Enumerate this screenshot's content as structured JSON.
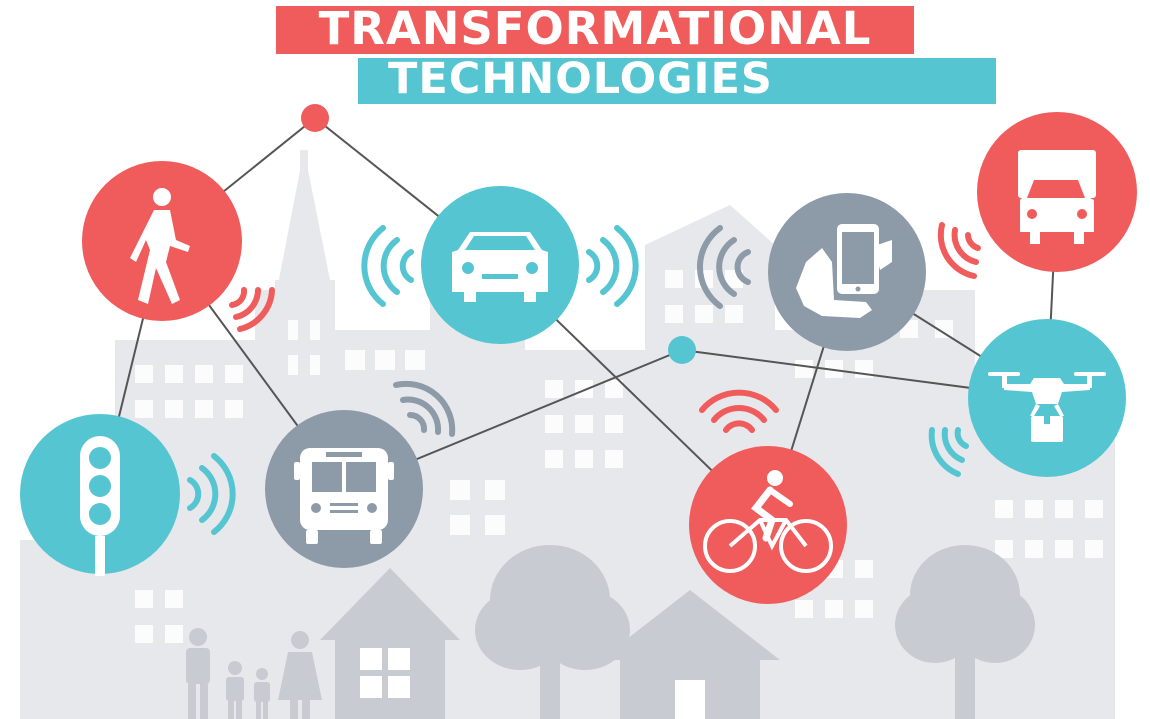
{
  "title": {
    "line1": "TRANSFORMATIONAL",
    "line2": "TECHNOLOGIES"
  },
  "colors": {
    "red": "#f05b5b",
    "teal": "#55c5d1",
    "slate": "#8d9aa8",
    "city": "#e7e8ec",
    "city_dark": "#c9cbd3",
    "link": "#555555"
  },
  "nodes": [
    {
      "id": "pedestrian",
      "icon": "walking-person-icon",
      "color": "red"
    },
    {
      "id": "car",
      "icon": "car-icon",
      "color": "teal"
    },
    {
      "id": "smartphone",
      "icon": "hand-holding-phone-icon",
      "color": "slate"
    },
    {
      "id": "truck",
      "icon": "truck-icon",
      "color": "red"
    },
    {
      "id": "drone",
      "icon": "delivery-drone-icon",
      "color": "teal"
    },
    {
      "id": "bicycle",
      "icon": "cyclist-icon",
      "color": "red"
    },
    {
      "id": "bus",
      "icon": "bus-icon",
      "color": "slate"
    },
    {
      "id": "traffic-light",
      "icon": "traffic-light-icon",
      "color": "teal"
    }
  ],
  "hubs": [
    {
      "id": "hub-top",
      "color": "red"
    },
    {
      "id": "hub-middle",
      "color": "teal"
    }
  ],
  "links": [
    [
      "hub-top",
      "pedestrian"
    ],
    [
      "hub-top",
      "car"
    ],
    [
      "pedestrian",
      "traffic-light"
    ],
    [
      "pedestrian",
      "bus"
    ],
    [
      "car",
      "bicycle"
    ],
    [
      "bus",
      "hub-middle"
    ],
    [
      "hub-middle",
      "drone"
    ],
    [
      "smartphone",
      "bicycle"
    ],
    [
      "smartphone",
      "drone"
    ],
    [
      "truck",
      "drone"
    ]
  ]
}
